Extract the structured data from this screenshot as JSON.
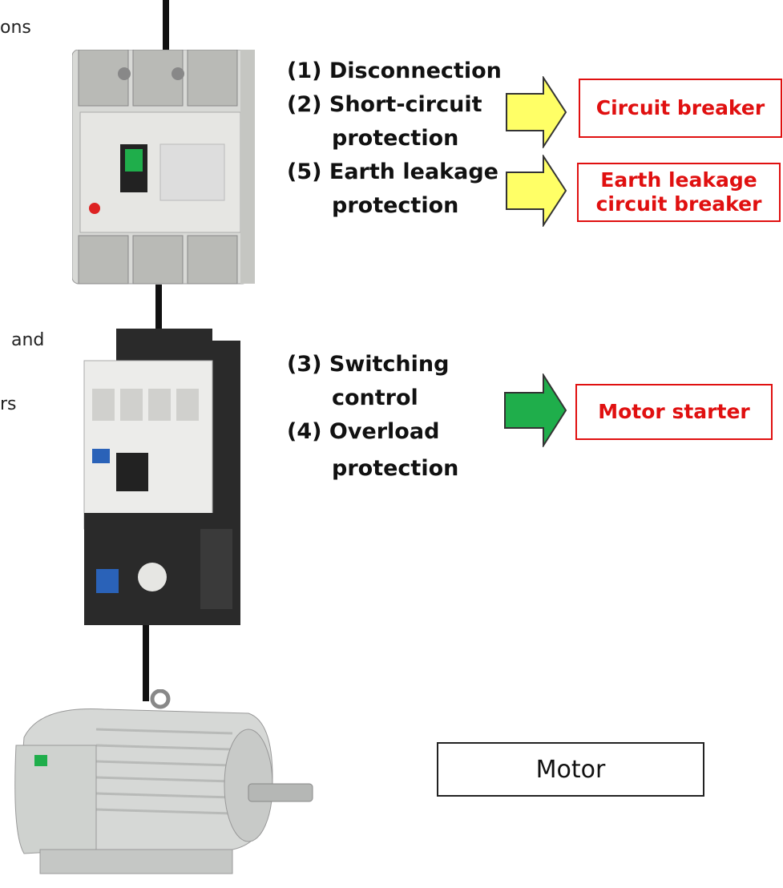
{
  "left_fragments": [
    "ons",
    "and",
    "rs"
  ],
  "breaker_group": {
    "functions": [
      {
        "num": "(1)",
        "text": "Disconnection"
      },
      {
        "num": "(2)",
        "text": "Short-circuit",
        "cont": "protection"
      },
      {
        "num": "(5)",
        "text": "Earth leakage",
        "cont": "protection"
      }
    ],
    "labels": {
      "circuit_breaker": "Circuit breaker",
      "elcb_line1": "Earth leakage",
      "elcb_line2": "circuit breaker"
    },
    "arrow_color": "#ffff66"
  },
  "starter_group": {
    "functions": [
      {
        "num": "(3)",
        "text": "Switching",
        "cont": "control"
      },
      {
        "num": "(4)",
        "text": "Overload",
        "cont": "protection"
      }
    ],
    "label": "Motor starter",
    "arrow_color": "#1fae4b"
  },
  "motor": {
    "label": "Motor"
  },
  "colors": {
    "label_red": "#e01010"
  }
}
